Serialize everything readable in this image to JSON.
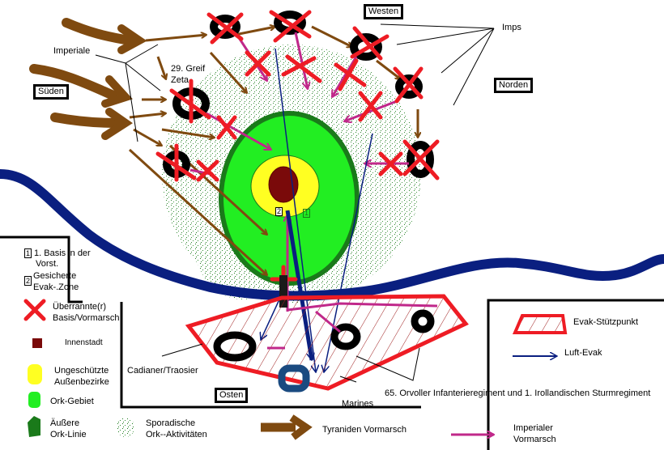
{
  "directions": {
    "west": "Westen",
    "north": "Norden",
    "south": "Süden",
    "east": "Osten"
  },
  "annotations": {
    "imperiale": "Imperiale",
    "imps": "Imps",
    "greif_line1": "29. Greif",
    "greif_line2": "Zeta",
    "cadianer": "Cadianer/Traosier",
    "marines": "Marines",
    "regiment": "65. Orvoller Infanterieregiment und 1. Irollandischen Sturmregiment",
    "marker1": "1",
    "marker2": "2"
  },
  "legend_left": {
    "items": [
      {
        "key": "1",
        "line1": "1. Basis in der",
        "line2": "Vorst."
      },
      {
        "key": "2",
        "line1": "Gesicherte",
        "line2": "Evak-.Zone"
      },
      {
        "icon": "red-x",
        "line1": "Überrannte(r)",
        "line2": "Basis/Vormarsch"
      },
      {
        "icon": "inner-city",
        "line1": "Innenstadt",
        "line2": ""
      },
      {
        "icon": "yellow",
        "line1": "Ungeschützte",
        "line2": "Außenbezirke"
      },
      {
        "icon": "green",
        "line1": "Ork-Gebiet",
        "line2": ""
      },
      {
        "icon": "dark-green",
        "line1": "Äußere",
        "line2": "Ork-Linie"
      },
      {
        "icon": "dots",
        "line1": "Sporadische",
        "line2": "Ork--Aktivitäten"
      }
    ]
  },
  "legend_bottom": {
    "tyranid": "Tyraniden Vormarsch",
    "imperial_line1": "Imperialer",
    "imperial_line2": "Vormarsch"
  },
  "legend_right": {
    "evak_point": "Evak-Stützpunkt",
    "air_evak": "Luft-Evak"
  },
  "colors": {
    "tyranid_brown": "#7f4a10",
    "imperial_magenta": "#c0288a",
    "overrun_red": "#ee1c24",
    "river_blue": "#0a1f80",
    "air_evak_blue": "#0a1f80",
    "ork_green": "#22ee22",
    "outer_ork_green": "#1a7a1a",
    "outskirts_yellow": "#ffff22",
    "inner_city": "#7a0a0a",
    "marines_blue": "#1a4a80"
  }
}
